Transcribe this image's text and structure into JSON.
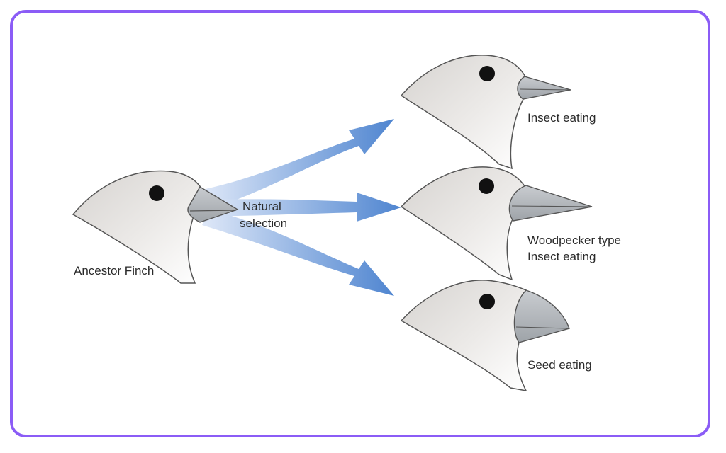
{
  "ancestor": {
    "label": "Ancestor Finch"
  },
  "process": {
    "line1": "Natural",
    "line2": "selection"
  },
  "descendants": [
    {
      "lines": [
        "Insect eating"
      ]
    },
    {
      "lines": [
        "Woodpecker type",
        "Insect eating"
      ]
    },
    {
      "lines": [
        "Seed eating"
      ]
    }
  ],
  "colors": {
    "frame": "#8b5cf6",
    "arrow": "#5b8fd6",
    "head_fill": "#e6e4e2",
    "beak_fill": "#b9bdc1",
    "outline": "#555555",
    "eye": "#111111"
  }
}
